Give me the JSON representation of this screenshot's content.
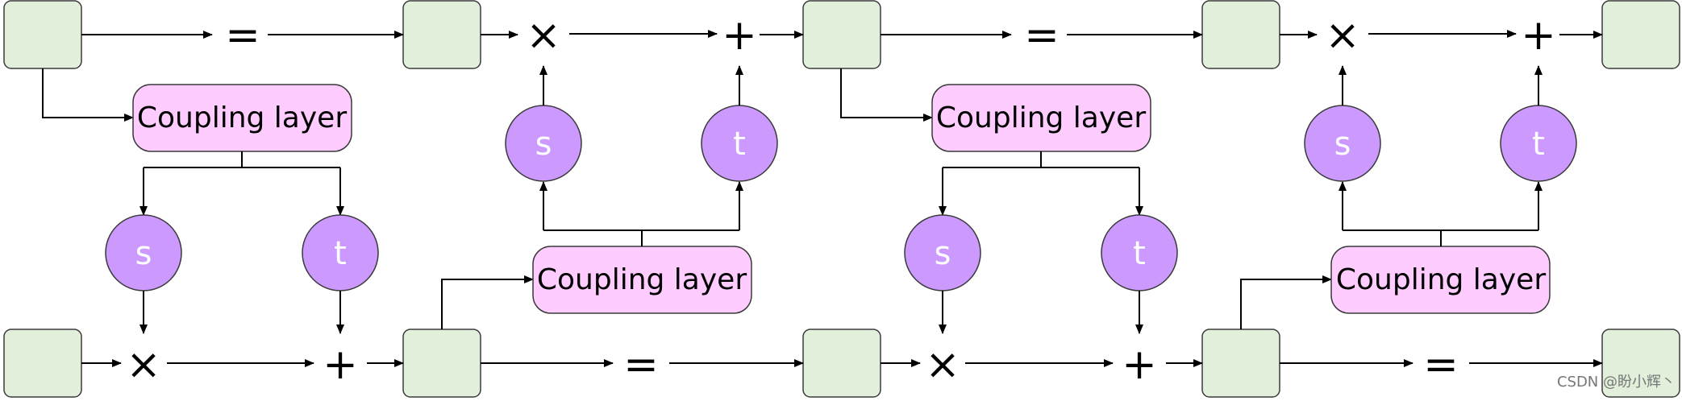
{
  "diagram": {
    "coupling_label": "Coupling layer",
    "scale_label": "s",
    "translate_label": "t",
    "op_equal": "=",
    "op_multiply": "×",
    "op_add": "+",
    "watermark": "CSDN @盼小辉丶"
  },
  "colors": {
    "box_fill": "#e2efda",
    "coupling_fill": "#ffccff",
    "circle_fill": "#cc99ff"
  }
}
